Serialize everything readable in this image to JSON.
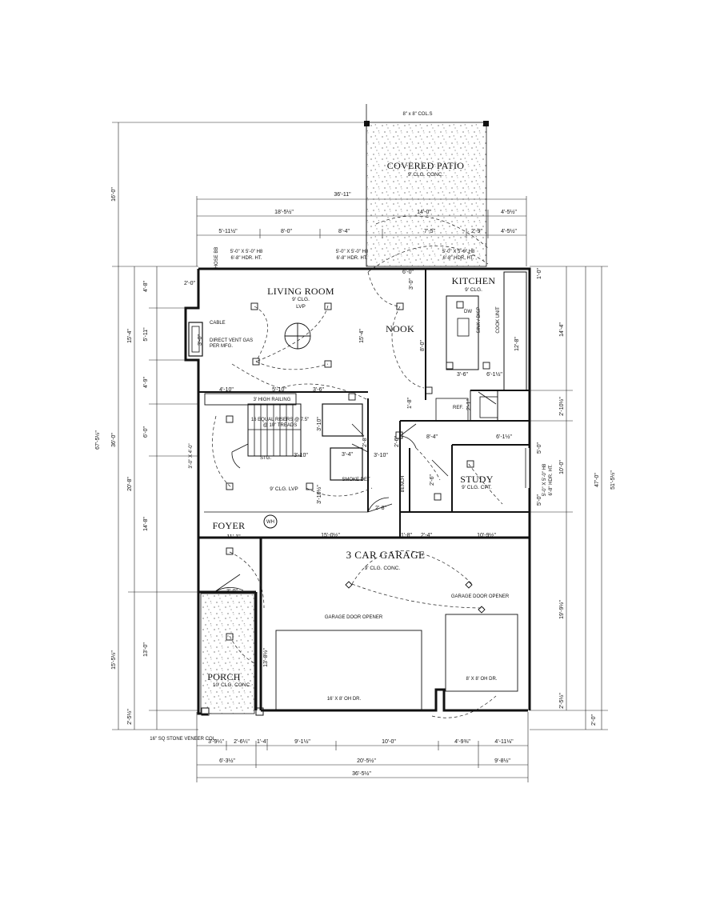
{
  "rooms": {
    "covered_patio": {
      "name": "COVERED PATIO",
      "detail": "9' CLG.   CONC."
    },
    "living_room": {
      "name": "LIVING ROOM",
      "ceiling": "9' CLG.",
      "floor": "LVP"
    },
    "nook": {
      "name": "NOOK"
    },
    "kitchen": {
      "name": "KITCHEN",
      "ceiling": "9' CLG."
    },
    "foyer": {
      "name": "FOYER",
      "dim": "11'-1\""
    },
    "study": {
      "name": "STUDY",
      "detail": "9' CLG.   CPT."
    },
    "garage": {
      "name": "3 CAR GARAGE",
      "detail": "9' CLG.   CONC."
    },
    "porch": {
      "name": "PORCH",
      "detail": "10' CLG.   CONC."
    },
    "hall": {
      "detail": "9' CLG.   LVP"
    }
  },
  "notes": {
    "column_top": "8\" x 8\" COL.S",
    "railing": "3' HIGH RAILING",
    "stairs_1": "16 EQUAL RISERS @ 7.5\"",
    "stairs_2": "@ 10\" TREADS",
    "stg": "STG.",
    "fireplace_1": "DIRECT VENT GAS",
    "fireplace_2": "PER MFG.",
    "cable": "CABLE",
    "hose_bib": "HOSE BB",
    "bench": "BENCH",
    "ref": "REF.",
    "dw": "DW",
    "sink": "SINK / DISP",
    "cooktop": "COOK UNIT",
    "garage_opener_left": "GARAGE DOOR OPENER",
    "garage_opener_right": "GARAGE DOOR OPENER",
    "door_large": "16' X 8' OH DR.",
    "door_small": "8' X 8' OH DR.",
    "stone_col": "16\" SQ STONE VENEER COL.",
    "wh": "WH",
    "smoke_det": "SMOKE DET",
    "hdr_1": "6'-8\" HDR. HT.",
    "win_1": "5'-0\" X 5'-0\" H8",
    "win_2": "5'-0\" X 5'-0\" H8",
    "win_3": "5'-0\" X 5'-0\" H8",
    "hdr_2": "6'-8\" HDR. HT.",
    "hdr_3": "6'-8\" HDR. HT.",
    "fp_size": "3'-0\" X 4'-0\"",
    "study_win": "5'-0\" X 5'-0\" H8",
    "study_hdr": "6'-8\" HDR. HT."
  },
  "dims_top": {
    "overall": "36'-11\"",
    "a": "18'-5½\"",
    "b": "14'-0\"",
    "c": "4'-5½\"",
    "d": "5'-11½\"",
    "e": "8'-0\"",
    "f": "8'-4\"",
    "g": "7'-5\"",
    "h": "2'-9\"",
    "i": "4'-5½\""
  },
  "dims_bottom": {
    "a": "3'-9¼\"",
    "b": "2'-6¼\"",
    "c": "1'-4\"",
    "d": "9'-1½\"",
    "e": "10'-0\"",
    "f": "4'-9⅜\"",
    "g": "4'-11⅛\"",
    "h": "6'-3½\"",
    "i": "20'-5½\"",
    "j": "9'-8½\"",
    "overall": "36'-5½\""
  },
  "dims_left": {
    "patio": "16'-0\"",
    "overall": "67'-5½\"",
    "main": "36'-0\"",
    "porch_outer": "15'-5½\"",
    "a": "4'-8\"",
    "b": "5'-11\"",
    "c": "4'-9\"",
    "d": "15'-4\"",
    "e": "6'-0\"",
    "f": "20'-8\"",
    "g": "14'-8\"",
    "h": "13'-0\"",
    "i": "2'-5½\""
  },
  "dims_right": {
    "overall": "51'-5½\"",
    "a": "47'-0\"",
    "b": "14'-4\"",
    "c": "2'-10½\"",
    "d": "10'-0\"",
    "e": "19'-9½\"",
    "f": "2'-0\"",
    "g": "2'-5½\"",
    "h": "1'-0\"",
    "i": "5'-0\"",
    "j": "5'-0\"",
    "k": "12'-8\""
  },
  "dims_interior": {
    "liv_1": "2'-0\"",
    "liv_2": "3'-0\"",
    "liv_3": "15'-4\"",
    "liv_4": "4'-10\"",
    "liv_5": "5'-10\"",
    "liv_6": "3'-6\"",
    "nook_1": "6'-0\"",
    "nook_2": "3'-0\"",
    "nook_3": "8'-0\"",
    "kit_1": "3'-6\"",
    "kit_2": "6'-1½\"",
    "hall_1": "8'-4\"",
    "hall_2": "6'-1½\"",
    "hall_3": "3'-10\"",
    "hall_4": "3'-10\"",
    "hall_5": "3'-4\"",
    "hall_6": "3'-10\"",
    "hall_7": "3'-10½\"",
    "hall_8": "2'-8\"",
    "hall_9": "2'-8\"",
    "gar_1": "15'-0½\"",
    "gar_2": "1'-8\"",
    "gar_3": "2'-4\"",
    "gar_4": "10'-9½\"",
    "gar_5": "13'-8½\"",
    "foy_1": "3'-0\"",
    "lnd_1": "2'-6\"",
    "lnd_2": "2'-6\"",
    "k_3": "1'-8\"",
    "k_4": "2'-1\""
  },
  "colors": {
    "ink": "#111111",
    "paper": "#ffffff"
  }
}
